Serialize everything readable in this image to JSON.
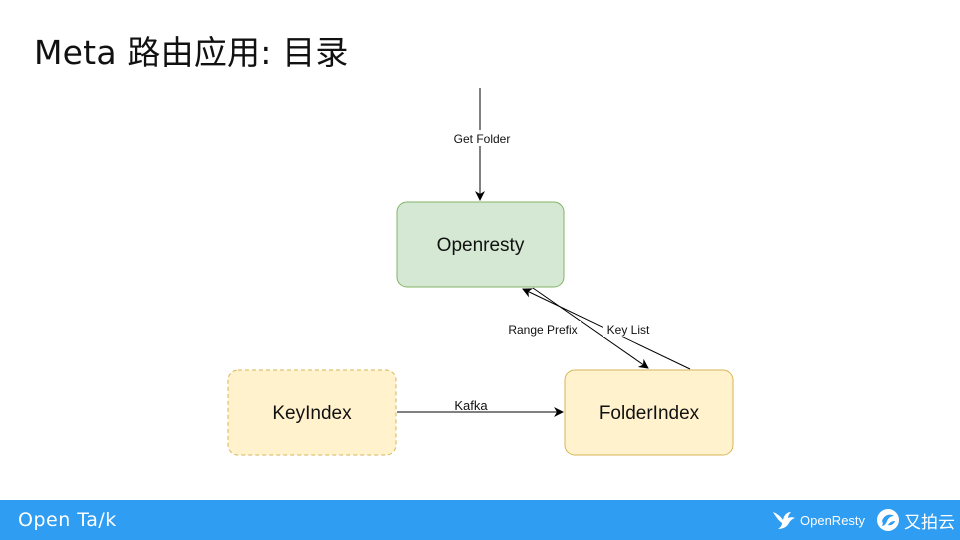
{
  "slide": {
    "title": "Meta 路由应用: 目录"
  },
  "diagram": {
    "nodes": {
      "openresty": {
        "label": "Openresty",
        "fill": "#d5e8d4",
        "stroke": "#82b366"
      },
      "keyindex": {
        "label": "KeyIndex",
        "fill": "#fff2cc",
        "stroke": "#d6b656",
        "dashed": true
      },
      "folderindex": {
        "label": "FolderIndex",
        "fill": "#fff2cc",
        "stroke": "#d6b656"
      }
    },
    "edges": {
      "get_folder": {
        "label": "Get Folder"
      },
      "range_prefix": {
        "label": "Range Prefix"
      },
      "key_list": {
        "label": "Key List"
      },
      "kafka": {
        "label": "Kafka"
      }
    }
  },
  "footer": {
    "brand": "Open Ta/k",
    "background": "#2e9df2",
    "logos": {
      "openresty": "OpenResty",
      "upyun": "又拍云"
    }
  }
}
